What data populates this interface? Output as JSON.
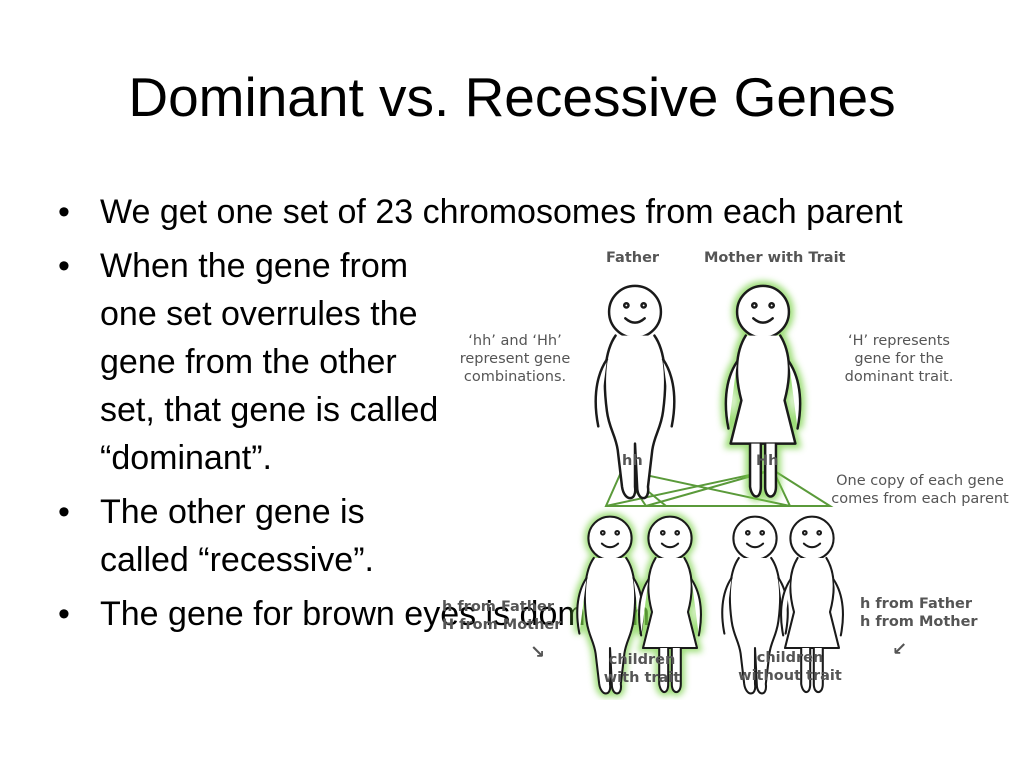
{
  "slide": {
    "title": "Dominant vs. Recessive Genes",
    "bullets": [
      "We get one set of 23 chromosomes from each parent",
      "When the gene from one set overrules the gene from the other set, that gene is called “dominant”.",
      "The other gene is called “recessive”.",
      "The gene for brown eyes is dominant."
    ],
    "bullet_marker": "•"
  },
  "diagram": {
    "father_label": "Father",
    "mother_label": "Mother with Trait",
    "left_note": "‘hh’ and ‘Hh’\nrepresent gene\ncombinations.",
    "right_note": "‘H’ represents\ngene for the\ndominant trait.",
    "father_genes": "hh",
    "mother_genes": "Hh",
    "copy_note": "One copy of each gene\ncomes from each parent",
    "left_children_genes": "h from Father\nH from Mother",
    "right_children_genes": "h from Father\nh from Mother",
    "children_with_trait": "children\nwith trait",
    "children_without_trait": "children\nwithout trait",
    "left_arrow": "↘",
    "right_arrow": "↙",
    "colors": {
      "glow": "#7bd24a",
      "lines": "#5a9a3a",
      "label_text": "#555555"
    }
  }
}
